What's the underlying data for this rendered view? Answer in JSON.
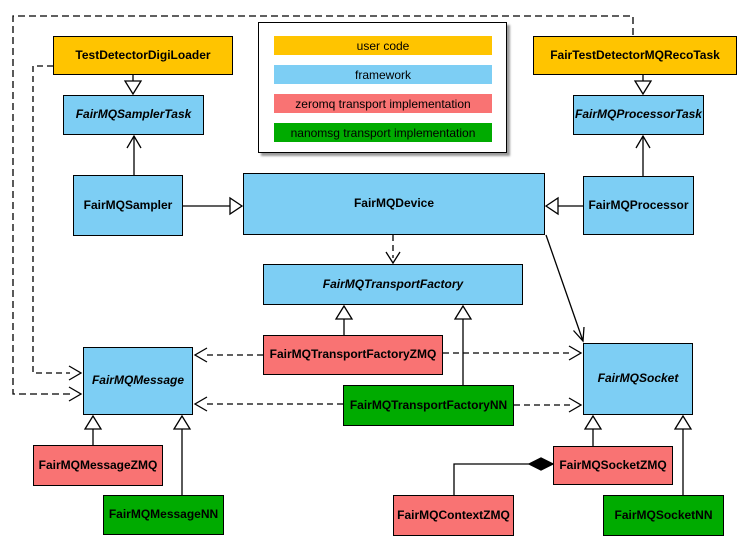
{
  "legend": {
    "items": [
      {
        "label": "user code",
        "color": "#FFC400"
      },
      {
        "label": "framework",
        "color": "#7DCEF4"
      },
      {
        "label": "zeromq transport implementation",
        "color": "#F97373"
      },
      {
        "label": "nanomsg transport implementation",
        "color": "#00AB00"
      }
    ]
  },
  "colors": {
    "user_code": "#FFC400",
    "framework": "#7DCEF4",
    "zeromq": "#F97373",
    "nanomsg": "#00AB00",
    "line": "#000000",
    "background": "#FFFFFF"
  },
  "nodes": [
    {
      "label": "TestDetectorDigiLoader",
      "category": "user code",
      "abstract": false
    },
    {
      "label": "FairTestDetectorMQRecoTask",
      "category": "user code",
      "abstract": false
    },
    {
      "label": "FairMQSamplerTask",
      "category": "framework",
      "abstract": true
    },
    {
      "label": "FairMQProcessorTask",
      "category": "framework",
      "abstract": true
    },
    {
      "label": "FairMQSampler",
      "category": "framework",
      "abstract": false
    },
    {
      "label": "FairMQDevice",
      "category": "framework",
      "abstract": false
    },
    {
      "label": "FairMQProcessor",
      "category": "framework",
      "abstract": false
    },
    {
      "label": "FairMQTransportFactory",
      "category": "framework",
      "abstract": true
    },
    {
      "label": "FairMQTransportFactoryZMQ",
      "category": "zeromq transport implementation",
      "abstract": false
    },
    {
      "label": "FairMQTransportFactoryNN",
      "category": "nanomsg transport implementation",
      "abstract": false
    },
    {
      "label": "FairMQMessage",
      "category": "framework",
      "abstract": true
    },
    {
      "label": "FairMQSocket",
      "category": "framework",
      "abstract": true
    },
    {
      "label": "FairMQMessageZMQ",
      "category": "zeromq transport implementation",
      "abstract": false
    },
    {
      "label": "FairMQMessageNN",
      "category": "nanomsg transport implementation",
      "abstract": false
    },
    {
      "label": "FairMQSocketZMQ",
      "category": "zeromq transport implementation",
      "abstract": false
    },
    {
      "label": "FairMQSocketNN",
      "category": "nanomsg transport implementation",
      "abstract": false
    },
    {
      "label": "FairMQContextZMQ",
      "category": "zeromq transport implementation",
      "abstract": false
    }
  ],
  "edges": [
    {
      "from": "TestDetectorDigiLoader",
      "to": "FairMQSamplerTask",
      "type": "generalization"
    },
    {
      "from": "FairTestDetectorMQRecoTask",
      "to": "FairMQProcessorTask",
      "type": "generalization"
    },
    {
      "from": "FairMQSampler",
      "to": "FairMQDevice",
      "type": "generalization"
    },
    {
      "from": "FairMQProcessor",
      "to": "FairMQDevice",
      "type": "generalization"
    },
    {
      "from": "FairMQTransportFactoryZMQ",
      "to": "FairMQTransportFactory",
      "type": "generalization"
    },
    {
      "from": "FairMQTransportFactoryNN",
      "to": "FairMQTransportFactory",
      "type": "generalization"
    },
    {
      "from": "FairMQMessageZMQ",
      "to": "FairMQMessage",
      "type": "generalization"
    },
    {
      "from": "FairMQMessageNN",
      "to": "FairMQMessage",
      "type": "generalization"
    },
    {
      "from": "FairMQSocketZMQ",
      "to": "FairMQSocket",
      "type": "generalization"
    },
    {
      "from": "FairMQSocketNN",
      "to": "FairMQSocket",
      "type": "generalization"
    },
    {
      "from": "FairMQSampler",
      "to": "FairMQSamplerTask",
      "type": "association"
    },
    {
      "from": "FairMQProcessor",
      "to": "FairMQProcessorTask",
      "type": "association"
    },
    {
      "from": "FairMQDevice",
      "to": "FairMQSocket",
      "type": "association"
    },
    {
      "from": "FairMQDevice",
      "to": "FairMQTransportFactory",
      "type": "dependency"
    },
    {
      "from": "FairMQTransportFactoryZMQ",
      "to": "FairMQMessage",
      "type": "dependency"
    },
    {
      "from": "FairMQTransportFactoryZMQ",
      "to": "FairMQSocket",
      "type": "dependency"
    },
    {
      "from": "FairMQTransportFactoryNN",
      "to": "FairMQMessage",
      "type": "dependency"
    },
    {
      "from": "FairMQTransportFactoryNN",
      "to": "FairMQSocket",
      "type": "dependency"
    },
    {
      "from": "TestDetectorDigiLoader",
      "to": "FairMQMessage",
      "type": "dependency"
    },
    {
      "from": "FairTestDetectorMQRecoTask",
      "to": "FairMQMessage",
      "type": "dependency"
    },
    {
      "from": "FairMQContextZMQ",
      "to": "FairMQSocketZMQ",
      "type": "composition"
    }
  ]
}
